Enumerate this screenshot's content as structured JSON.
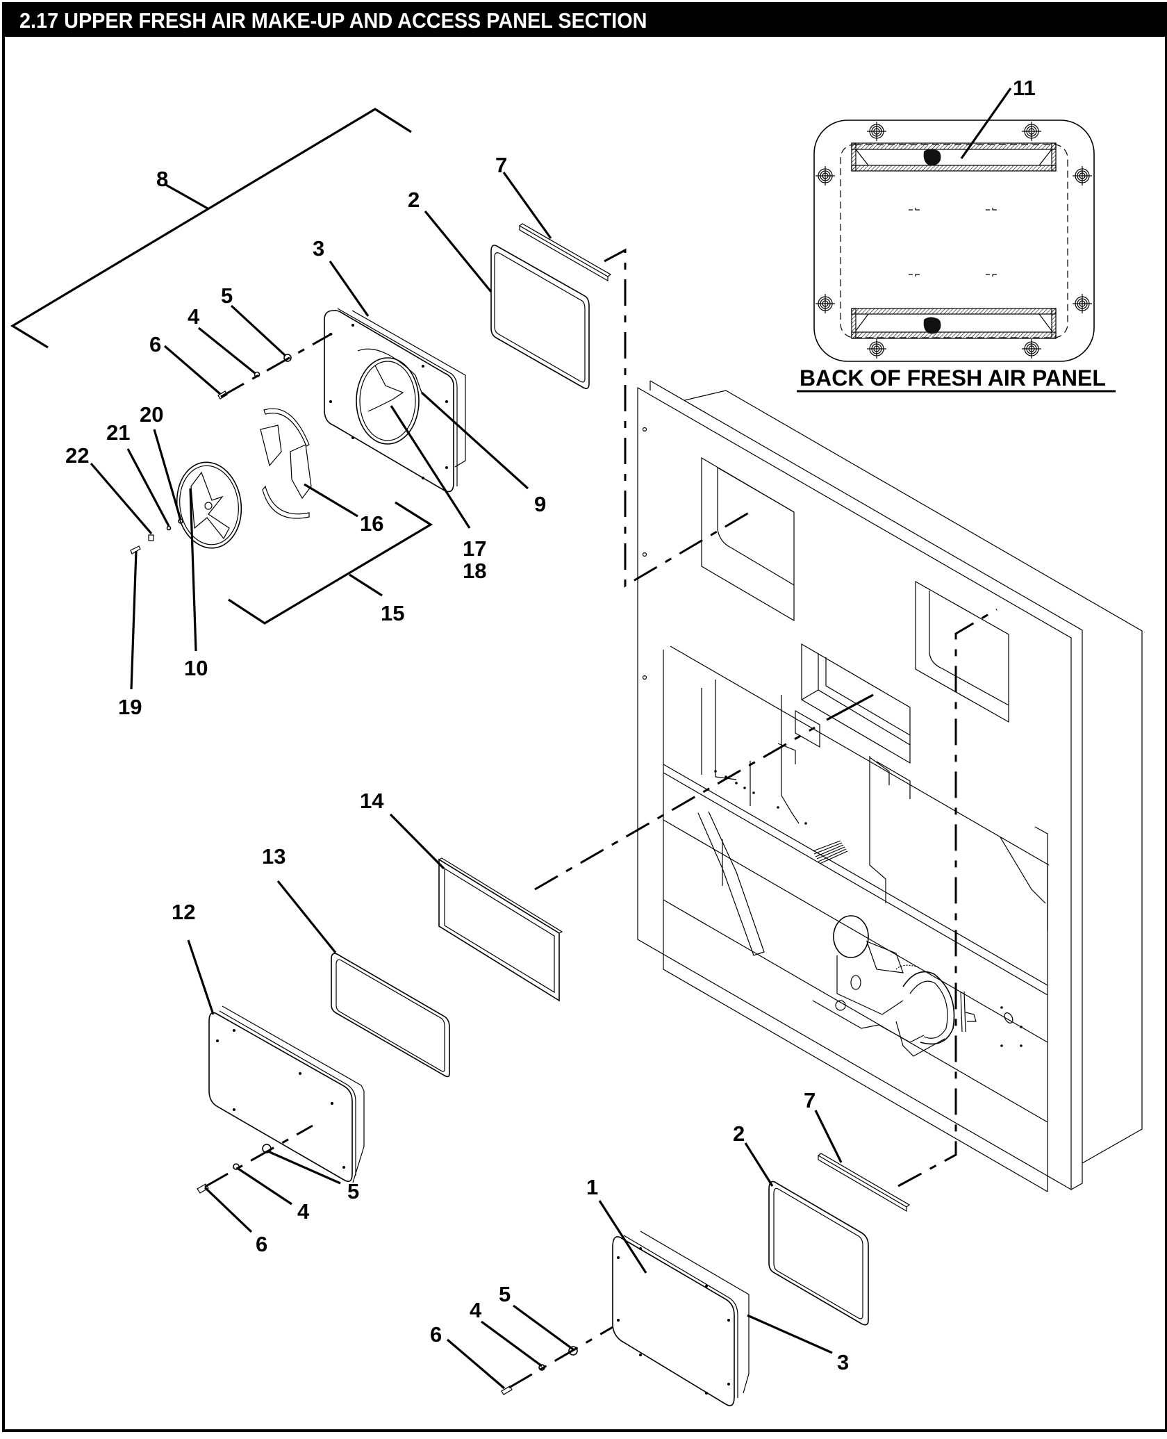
{
  "title": "2.17 UPPER FRESH AIR MAKE-UP AND ACCESS PANEL SECTION",
  "inset": {
    "caption": "BACK OF FRESH AIR PANEL",
    "callout": "11"
  },
  "callouts": {
    "upper": {
      "assembly_bracket": "8",
      "gasket": "2",
      "seal_strip": "7",
      "panel": "3",
      "washer": "5",
      "lock_washer": "4",
      "screw": "6",
      "ring": "9",
      "fan_disc": "10",
      "damper_blades": "16",
      "damper_bracket": "15",
      "shaft_a": "17",
      "shaft_b": "18",
      "bolt": "19",
      "washer_small": "20",
      "lock_washer_small": "21",
      "nut": "22"
    },
    "middle": {
      "gasket_large": "14",
      "gasket_frame": "13",
      "access_panel": "12",
      "washer": "5",
      "lock_washer": "4",
      "screw": "6"
    },
    "lower": {
      "seal_strip": "7",
      "gasket": "2",
      "panel": "1",
      "panel_back": "3",
      "washer": "5",
      "lock_washer": "4",
      "screw": "6"
    }
  },
  "colors": {
    "ink": "#000000",
    "paper": "#ffffff",
    "title_bar": "#000000",
    "title_text": "#ffffff"
  }
}
